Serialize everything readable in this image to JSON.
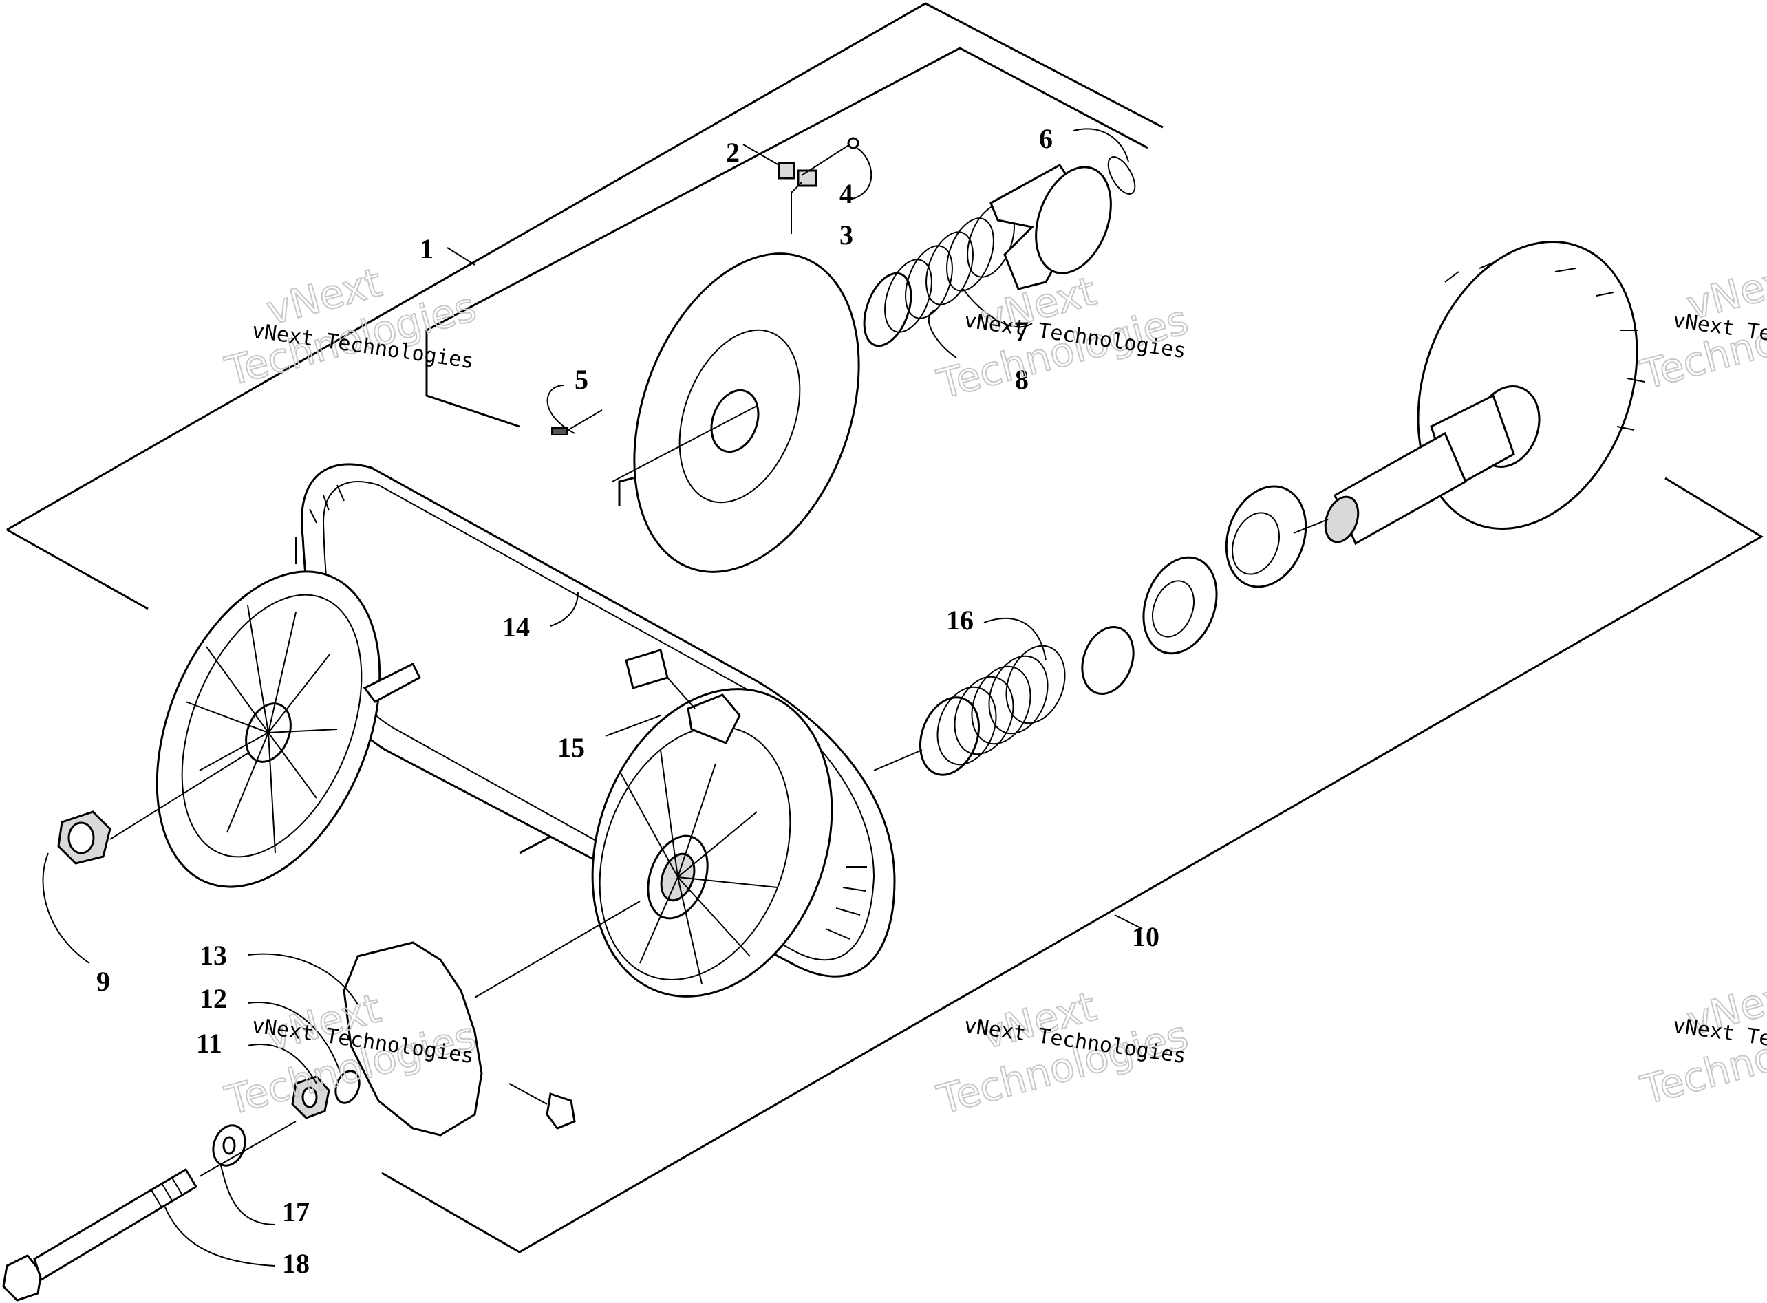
{
  "watermark": {
    "line1": "vNext Technologies",
    "outline1": "vNext",
    "outline2": "Technologies"
  },
  "callouts": [
    {
      "id": "1",
      "label": "1"
    },
    {
      "id": "2",
      "label": "2"
    },
    {
      "id": "3",
      "label": "3"
    },
    {
      "id": "4",
      "label": "4"
    },
    {
      "id": "5",
      "label": "5"
    },
    {
      "id": "6",
      "label": "6"
    },
    {
      "id": "7",
      "label": "7"
    },
    {
      "id": "8",
      "label": "8"
    },
    {
      "id": "9",
      "label": "9"
    },
    {
      "id": "10",
      "label": "10"
    },
    {
      "id": "11",
      "label": "11"
    },
    {
      "id": "12",
      "label": "12"
    },
    {
      "id": "13",
      "label": "13"
    },
    {
      "id": "14",
      "label": "14"
    },
    {
      "id": "15",
      "label": "15"
    },
    {
      "id": "16",
      "label": "16"
    },
    {
      "id": "17",
      "label": "17"
    },
    {
      "id": "18",
      "label": "18"
    }
  ]
}
